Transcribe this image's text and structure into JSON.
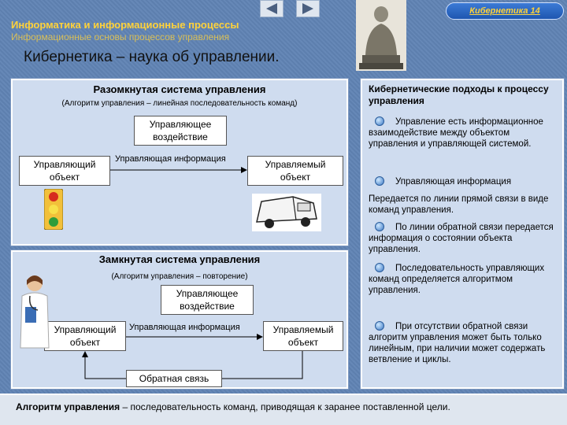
{
  "header": {
    "title": "Информатика и информационные процессы",
    "subtitle": "Информационные основы процессов управления",
    "badge": "Кибернетика  14"
  },
  "heading": {
    "term": "Кибернетика",
    "definition": " – наука об управлении."
  },
  "open_system": {
    "title": "Разомкнутая система управления",
    "algorithm": "(Алгоритм управления – линейная последовательность команд)",
    "action": "Управляющее воздействие",
    "controller": "Управляющий объект",
    "info": "Управляющая информация",
    "controlled": "Управляемый объект"
  },
  "closed_system": {
    "title": "Замкнутая система управления",
    "algorithm": "(Алгоритм управления – повторение)",
    "action": "Управляющее воздействие",
    "controller": "Управляющий объект",
    "info": "Управляющая информация",
    "controlled": "Управляемый объект",
    "feedback": "Обратная связь"
  },
  "right_column": {
    "title": "Кибернетические подходы к процессу управления",
    "items": [
      "Управление есть информационное взаимодействие между объектом управления и управляющей системой.",
      "Управляющая информация",
      "Передается по линии прямой связи в виде команд управления.",
      "По линии обратной связи передается информация о состоянии объекта управления.",
      "Последовательность управляющих команд определяется алгоритмом управления.",
      "При отсутствии обратной связи алгоритм управления может быть только линейным, при наличии может содержать ветвление и циклы."
    ]
  },
  "footer": {
    "term": "Алгоритм управления",
    "definition": " – последовательность команд, приводящая к заранее поставленной цели."
  },
  "colors": {
    "accent": "#ffd23a",
    "panel": "#cfdcef"
  },
  "icons": [
    "prev-arrow-icon",
    "next-arrow-icon",
    "buddha-statue-icon",
    "traffic-light-icon",
    "truck-icon",
    "doctor-icon"
  ]
}
